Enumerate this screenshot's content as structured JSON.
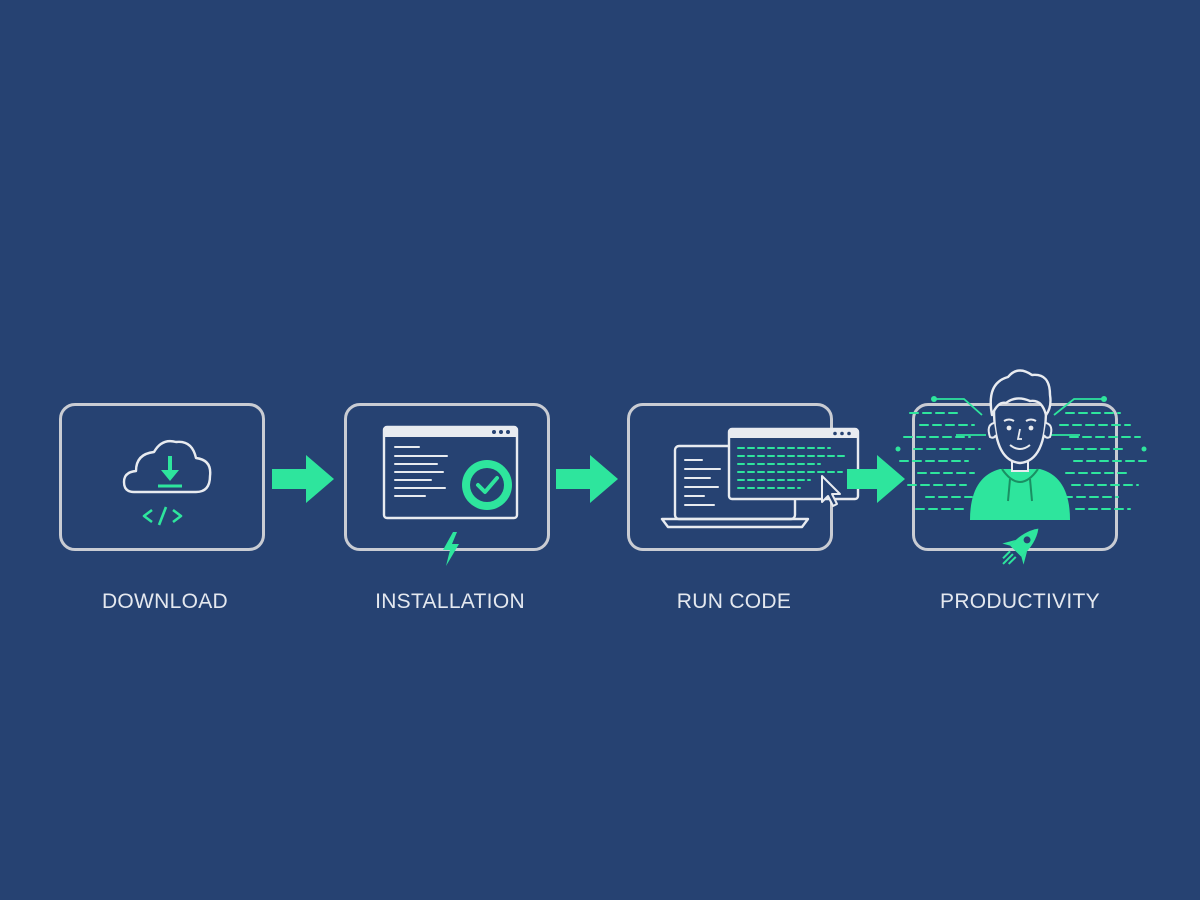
{
  "diagram": {
    "colors": {
      "background": "#264272",
      "frame": "#c9ccd3",
      "accent": "#2ee59d",
      "label": "#e4e8ef"
    },
    "steps": [
      {
        "label": "DOWNLOAD",
        "icon": "cloud-download-code-icon"
      },
      {
        "label": "INSTALLATION",
        "icon": "installer-window-check-icon"
      },
      {
        "label": "RUN CODE",
        "icon": "laptop-code-window-icon"
      },
      {
        "label": "PRODUCTIVITY",
        "icon": "developer-rocket-icon"
      }
    ],
    "connectors": [
      "arrow-right-icon",
      "arrow-right-icon",
      "arrow-right-icon"
    ]
  }
}
